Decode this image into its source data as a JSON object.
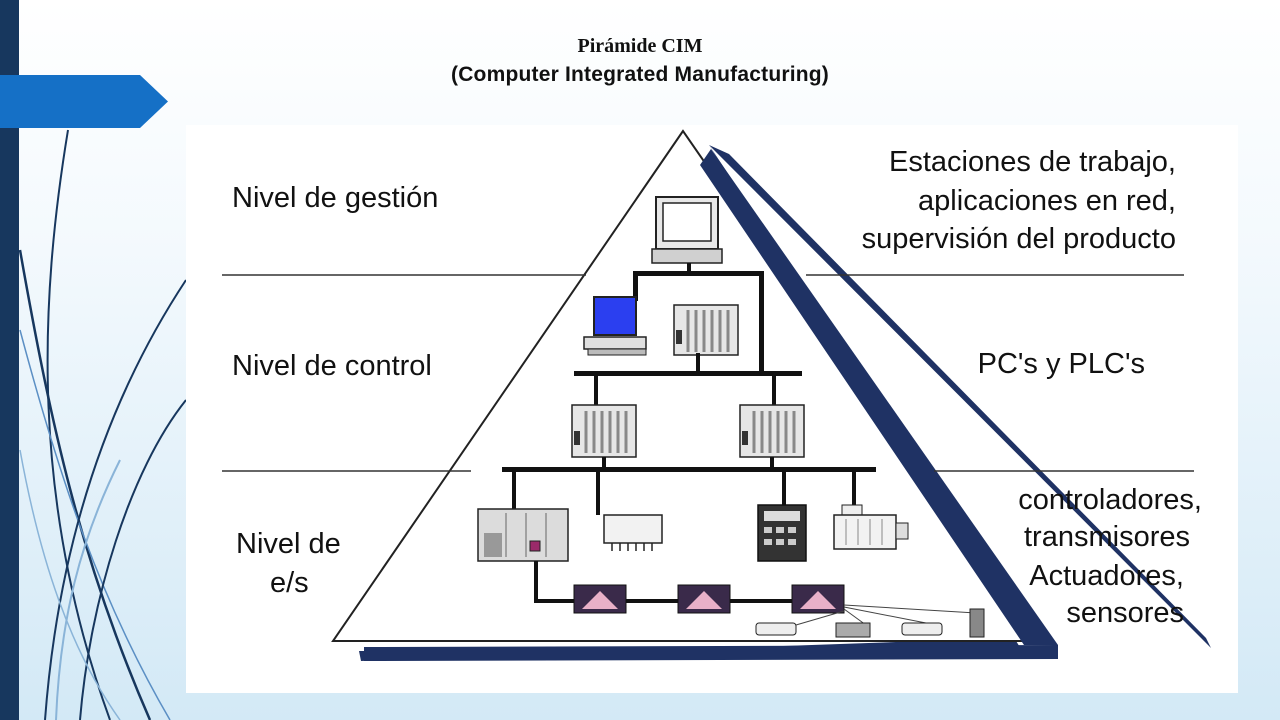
{
  "title": {
    "line1": "Pirámide CIM",
    "line2": "(Computer Integrated Manufacturing)"
  },
  "levels": {
    "gestion": {
      "label": "Nivel de gestión",
      "description": [
        "Estaciones de trabajo,",
        "aplicaciones en red,",
        "supervisión del producto"
      ]
    },
    "control": {
      "label": "Nivel de control",
      "description": [
        "PC's y PLC's"
      ]
    },
    "es": {
      "label": [
        "Nivel de",
        "e/s"
      ],
      "description": [
        "controladores,",
        "transmisores",
        "Actuadores,",
        "sensores"
      ]
    }
  },
  "colors": {
    "accent_dark": "#17375e",
    "accent_blue": "#1570c6",
    "pyramid_shadow": "#1f3264",
    "screen_blue": "#2b3ff0",
    "line": "#111111"
  },
  "icons": [
    "workstation-icon",
    "pc-icon",
    "plc-rack-icon",
    "plc-unit-icon",
    "transmitter-icon",
    "controller-icon",
    "motor-icon",
    "io-module-icon",
    "sensor-icon"
  ]
}
